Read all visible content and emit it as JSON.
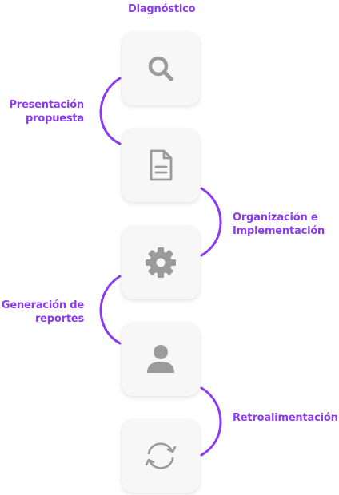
{
  "steps": [
    {
      "label": "Diagnóstico",
      "icon": "search-icon"
    },
    {
      "label": "Presentación\npropuesta",
      "icon": "document-icon"
    },
    {
      "label": "Organización e\nImplementación",
      "icon": "gear-icon"
    },
    {
      "label": "Generación de\nreportes",
      "icon": "user-icon"
    },
    {
      "label": "Retroalimentación",
      "icon": "refresh-icon"
    }
  ],
  "colors": {
    "accent": "#8b3cf0",
    "icon": "#9b9b9b",
    "card": "#f7f7f7"
  }
}
